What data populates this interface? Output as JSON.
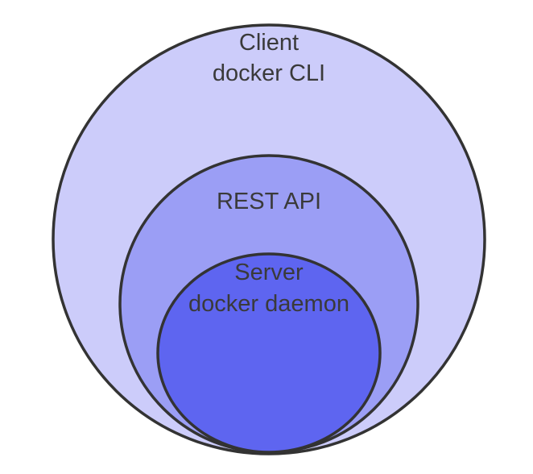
{
  "diagram": {
    "layers": [
      {
        "id": "client",
        "lines": [
          "Client",
          "docker CLI"
        ],
        "fill": "#ccccfa",
        "stroke": "#333333"
      },
      {
        "id": "rest-api",
        "lines": [
          "REST API"
        ],
        "fill": "#9b9ef5",
        "stroke": "#333333"
      },
      {
        "id": "server",
        "lines": [
          "Server",
          "docker daemon"
        ],
        "fill": "#5e65f0",
        "stroke": "#333333"
      }
    ]
  }
}
